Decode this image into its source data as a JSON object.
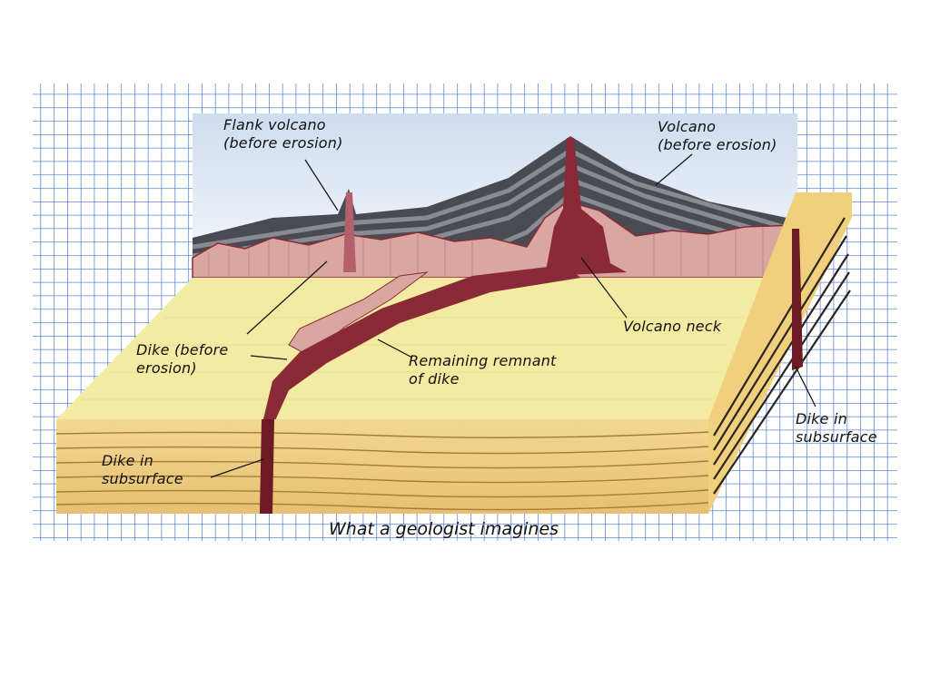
{
  "labels": {
    "flank_volcano": "Flank volcano\n(before erosion)",
    "volcano": "Volcano\n(before erosion)",
    "volcano_neck": "Volcano neck",
    "dike_before": "Dike (before\nerosion)",
    "remnant": "Remaining remnant\nof dike",
    "dike_subsurface_left": "Dike in\nsubsurface",
    "dike_subsurface_right": "Dike in\nsubsurface"
  },
  "caption": "What a geologist imagines",
  "colors": {
    "grid": "#3c6ed8",
    "sky": "#e4edf7",
    "volcano": "#4a4b52",
    "volcano_band": "#7d7e86",
    "pink_rock": "#d9a6a0",
    "magma": "#8a2a36",
    "surface": "#f4eba2",
    "strata": "#e8c878",
    "strata_line": "#a97c34"
  }
}
